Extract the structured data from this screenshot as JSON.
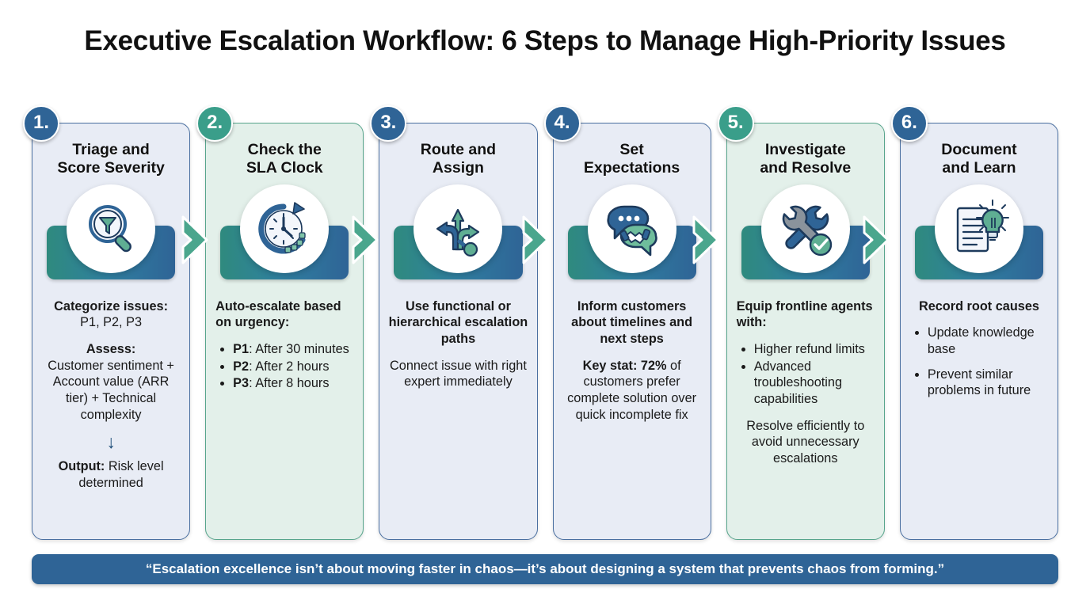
{
  "title": "Executive Escalation Workflow: 6 Steps to Manage High-Priority Issues",
  "colors": {
    "blue": "#2f6496",
    "green": "#3a9e8a",
    "card_blue_bg": "#e8ecf5",
    "card_green_bg": "#e3f0ea",
    "band_start": "#2f8a7e",
    "band_end": "#2f6496",
    "footer_bg": "#2f6496"
  },
  "steps": [
    {
      "number": "1.",
      "title": "Triage and\nScore Severity",
      "icon": "magnifier-funnel-icon",
      "accent": "blue",
      "body": {
        "lead_bold": "Categorize issues:",
        "lead_rest": "P1, P2, P3",
        "assess_bold": "Assess:",
        "assess_text": "Customer sentiment + Account value (ARR tier) + Technical complexity",
        "arrow": "↓",
        "output_bold": "Output:",
        "output_rest": "Risk level determined"
      }
    },
    {
      "number": "2.",
      "title": "Check the\nSLA Clock",
      "icon": "clock-refresh-icon",
      "accent": "green",
      "body": {
        "lead_bold": "Auto-escalate based on urgency:",
        "bullets": [
          {
            "bold": "P1",
            "rest": ": After 30 minutes"
          },
          {
            "bold": "P2",
            "rest": ": After 2 hours"
          },
          {
            "bold": "P3",
            "rest": ": After 8 hours"
          }
        ]
      }
    },
    {
      "number": "3.",
      "title": "Route and\nAssign",
      "icon": "route-arrows-icon",
      "accent": "blue",
      "body": {
        "lead_bold": "Use functional or hierarchical escalation paths",
        "para": "Connect issue with right expert immediately"
      }
    },
    {
      "number": "4.",
      "title": "Set\nExpectations",
      "icon": "chat-handshake-icon",
      "accent": "blue",
      "body": {
        "lead_bold": "Inform customers about timelines and next steps",
        "stat_bold": "Key stat: 72%",
        "stat_rest": " of customers prefer complete solution over quick incomplete fix"
      }
    },
    {
      "number": "5.",
      "title": "Investigate\nand Resolve",
      "icon": "wrench-check-icon",
      "accent": "green",
      "body": {
        "lead_bold": "Equip frontline agents with:",
        "bullets": [
          {
            "bold": "",
            "rest": "Higher refund limits"
          },
          {
            "bold": "",
            "rest": "Advanced troubleshooting capabilities"
          }
        ],
        "para": "Resolve efficiently to avoid unnecessary escalations"
      }
    },
    {
      "number": "6.",
      "title": "Document\nand Learn",
      "icon": "document-lightbulb-icon",
      "accent": "blue",
      "body": {
        "lead_bold": "Record root causes",
        "bullets": [
          {
            "bold": "",
            "rest": "Update knowledge base"
          },
          {
            "bold": "",
            "rest": "Prevent similar problems in future"
          }
        ]
      }
    }
  ],
  "footer_quote": "“Escalation excellence isn’t about moving faster in chaos—it’s about designing a system that prevents chaos from forming.”"
}
